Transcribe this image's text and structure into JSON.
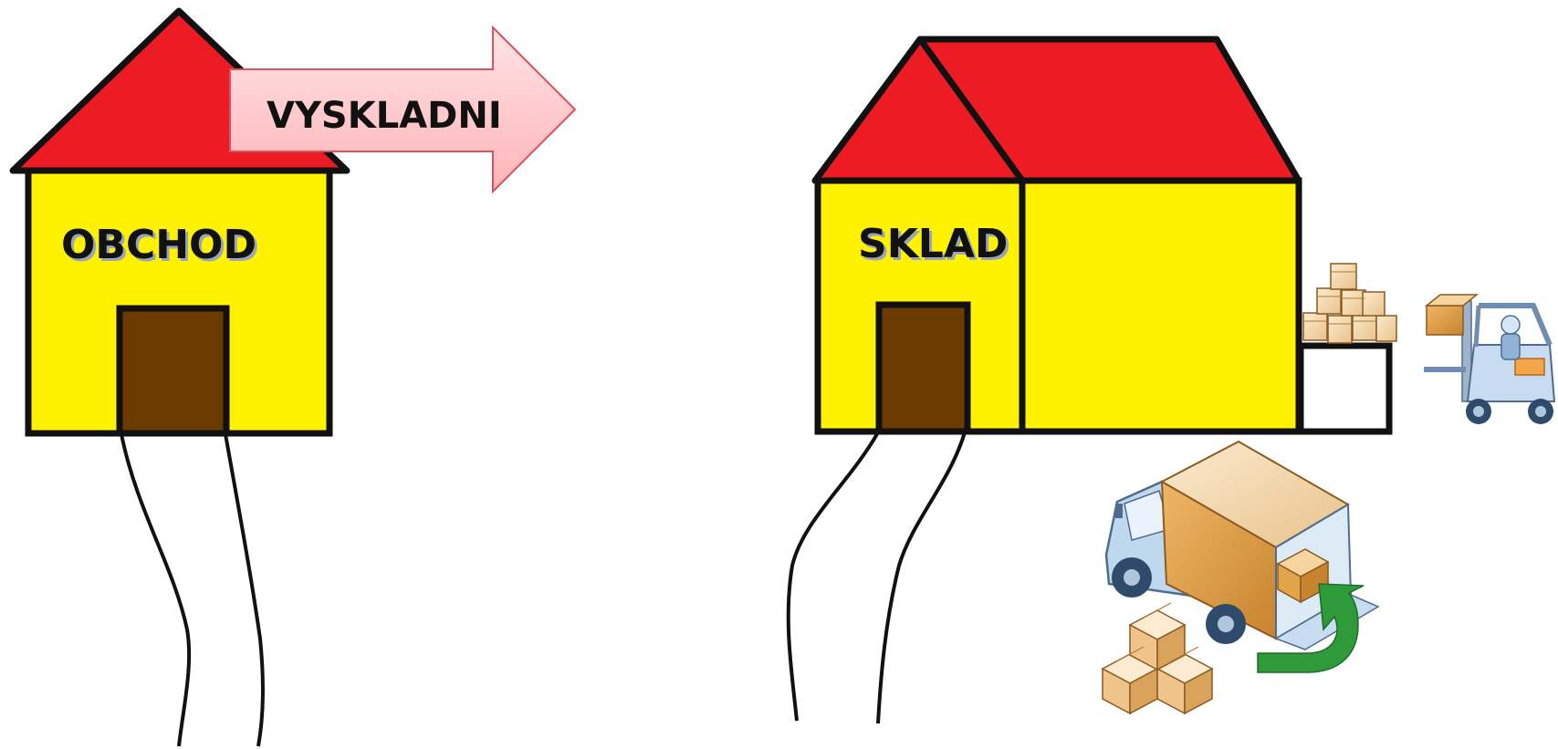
{
  "labels": {
    "shop": "OBCHOD",
    "warehouse": "SKLAD",
    "arrow": "VYSKLADNI"
  },
  "colors": {
    "roof": "#ED1C24",
    "wall": "#FFF200",
    "door": "#6B3A00",
    "outline": "#111111",
    "arrow_fill": "#FFC9CC",
    "arrow_stroke": "#D9535C",
    "truck_cab": "#BFD8EE",
    "cargo_box": "#E2A449",
    "return_arrow": "#2E9A3A"
  },
  "icons": [
    "stacked-boxes-icon",
    "forklift-icon",
    "delivery-truck-icon",
    "return-arrow-icon"
  ]
}
